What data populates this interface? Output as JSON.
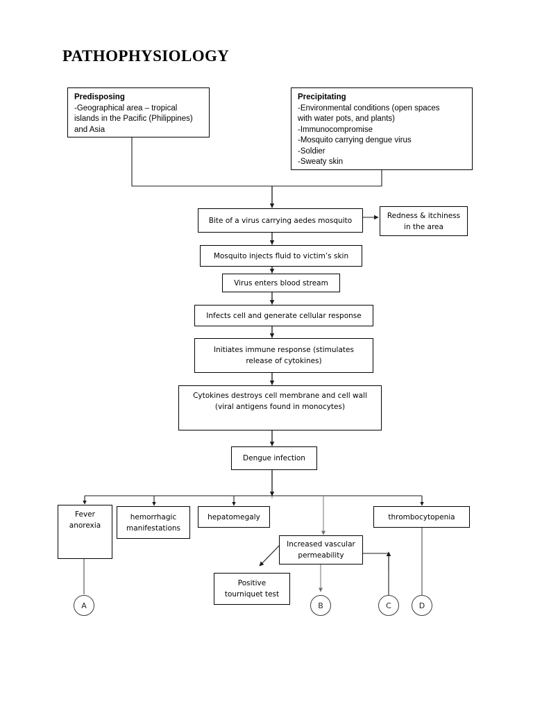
{
  "document": {
    "title": "PATHOPHYSIOLOGY"
  },
  "factors": {
    "predisposing": {
      "heading": "Predisposing",
      "lines": [
        "-Geographical area – tropical",
        "islands in the Pacific (Philippines)",
        "and Asia"
      ]
    },
    "precipitating": {
      "heading": "Precipitating",
      "lines": [
        "-Environmental conditions (open spaces",
        "with water pots, and plants)",
        "-Immunocompromise",
        "-Mosquito carrying dengue virus",
        "-Soldier",
        "-Sweaty skin"
      ]
    }
  },
  "flow": {
    "bite": {
      "lines": [
        "Bite of a virus carrying aedes mosquito"
      ]
    },
    "redness": {
      "lines": [
        "Redness & itchiness",
        "in the area"
      ]
    },
    "injects": {
      "lines": [
        "Mosquito injects fluid to victim’s skin"
      ]
    },
    "bloodstream": {
      "lines": [
        "Virus enters blood stream"
      ]
    },
    "infects": {
      "lines": [
        "Infects cell and generate cellular response"
      ]
    },
    "immune": {
      "lines": [
        "Initiates immune response (stimulates",
        "release of cytokines)"
      ]
    },
    "cytokines": {
      "lines": [
        "Cytokines destroys cell membrane and cell wall",
        "(viral antigens found in monocytes)"
      ]
    },
    "dengue": {
      "lines": [
        "Dengue infection"
      ]
    }
  },
  "manifestations": {
    "fever": {
      "lines": [
        "Fever",
        "anorexia"
      ]
    },
    "hemorrhagic": {
      "lines": [
        "hemorrhagic",
        "manifestations"
      ]
    },
    "hepatomegaly": {
      "lines": [
        "hepatomegaly"
      ]
    },
    "permeability": {
      "lines": [
        "Increased vascular",
        "permeability"
      ]
    },
    "thrombocytopenia": {
      "lines": [
        "thrombocytopenia"
      ]
    },
    "tourniquet": {
      "lines": [
        "Positive",
        "tourniquet test"
      ]
    }
  },
  "connectors": {
    "a": "A",
    "b": "B",
    "c": "C",
    "d": "D"
  },
  "colors": {
    "line_black": "#1a1a1a",
    "line_gray": "#7f7f7f",
    "border": "#000000",
    "background": "#ffffff",
    "text": "#000000"
  }
}
